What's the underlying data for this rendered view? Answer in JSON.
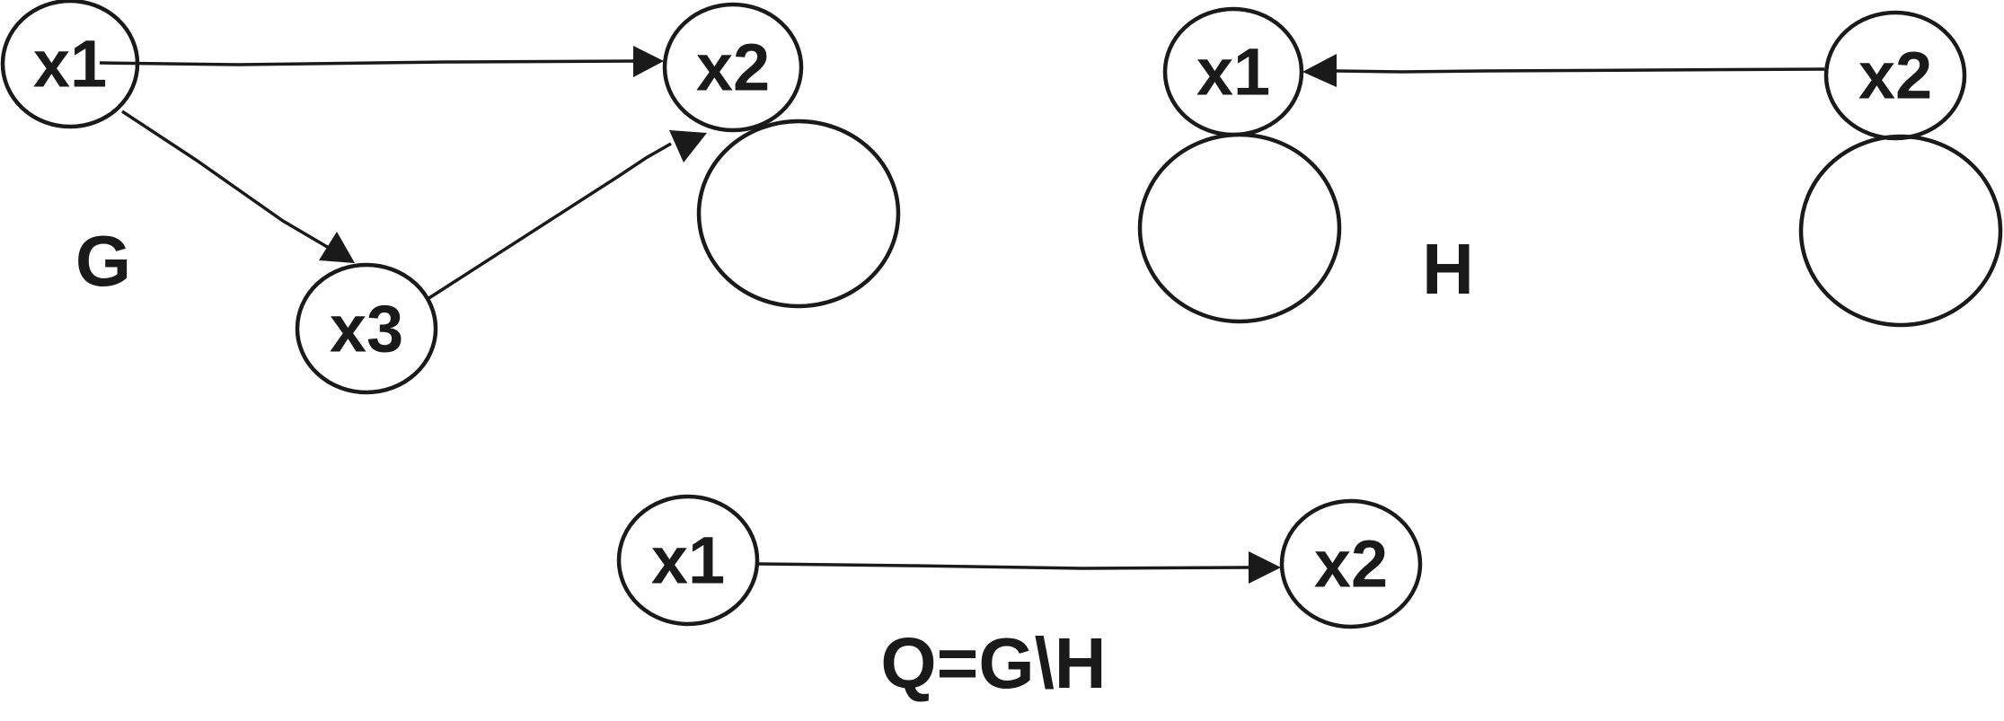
{
  "graphs": {
    "g": {
      "label": "G",
      "nodes": {
        "x1": "x1",
        "x2": "x2",
        "x3": "x3"
      }
    },
    "h": {
      "label": "H",
      "nodes": {
        "x1": "x1",
        "x2": "x2"
      }
    },
    "q": {
      "label": "Q=G\\H",
      "nodes": {
        "x1": "x1",
        "x2": "x2"
      }
    }
  }
}
